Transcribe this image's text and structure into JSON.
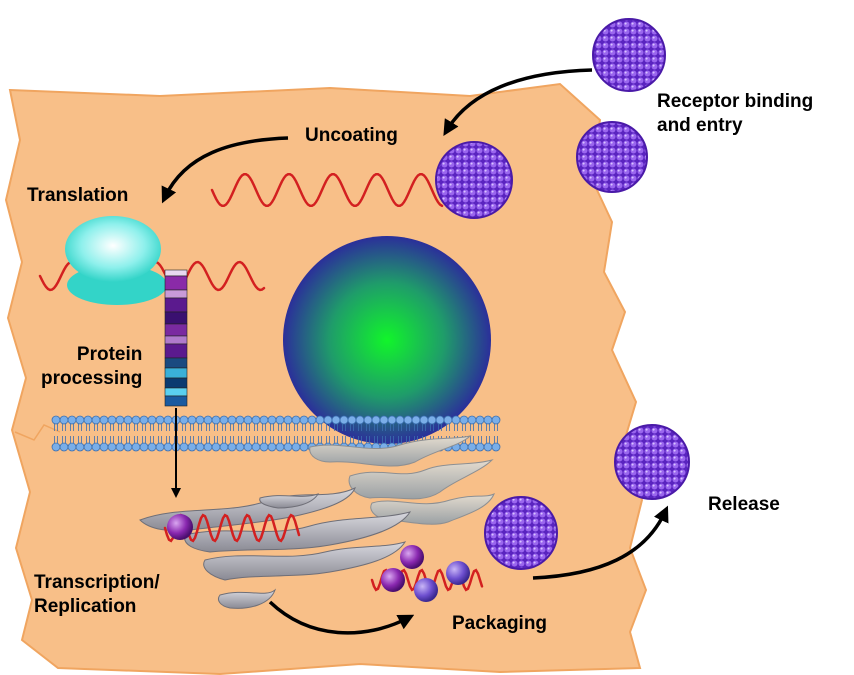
{
  "labels": {
    "receptor_binding_line1": "Receptor binding",
    "receptor_binding_line2": "and entry",
    "uncoating": "Uncoating",
    "translation": "Translation",
    "protein_processing_line1": "Protein",
    "protein_processing_line2": "processing",
    "transcription_line1": "Transcription/",
    "transcription_line2": "Replication",
    "packaging": "Packaging",
    "release": "Release"
  },
  "colors": {
    "cell": "#f8bf88",
    "cell_edge": "#f0a560",
    "rna": "#d32020",
    "virion": "#7b3fe0",
    "virion_dark": "#4a1aa8",
    "nucleus_center": "#11f52a",
    "nucleus_edge": "#2b2f9a",
    "ribosome": "#33d4c8",
    "membrane": "#7aaee8",
    "er": "#9c9ca6",
    "capsomer": "#8a28b0",
    "arrow": "#000000"
  }
}
